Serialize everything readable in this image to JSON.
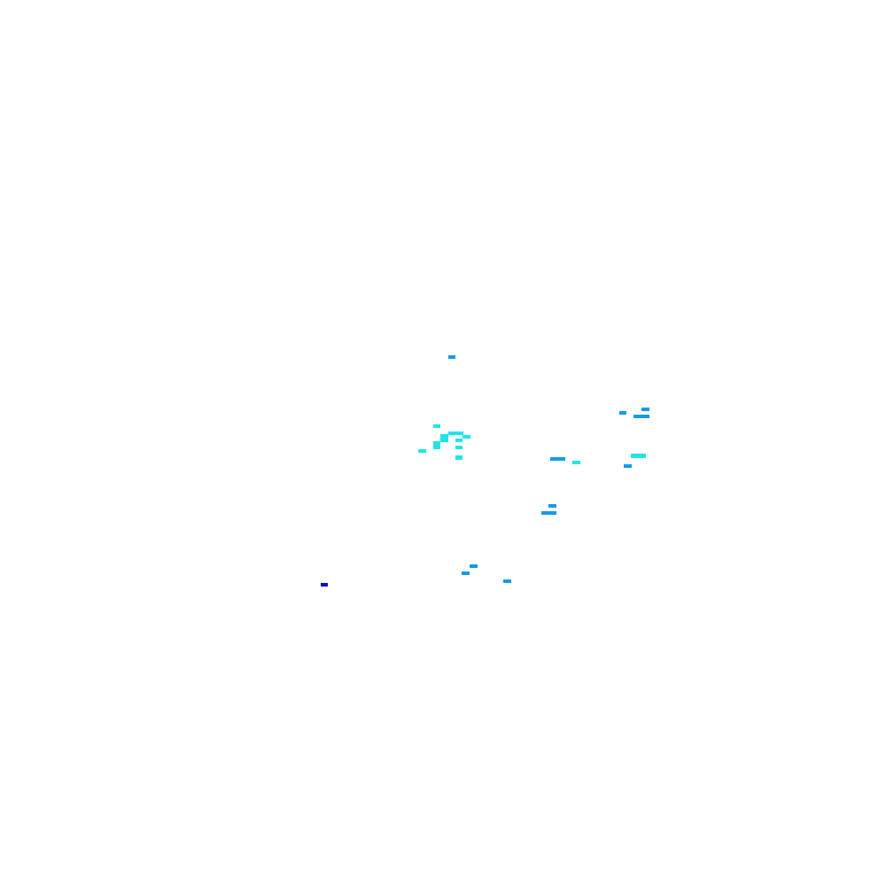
{
  "chart_data": {
    "type": "heatmap",
    "colors": {
      "background": "#ffffff",
      "cyan": "#1ee6e6",
      "sky_blue": "#149be6",
      "blue": "#0a0ad2",
      "yellow": "#ffff00"
    },
    "cells": [
      {
        "color": "sky_blue"
      },
      {
        "color": "sky_blue"
      },
      {
        "color": "sky_blue"
      },
      {
        "color": "sky_blue"
      },
      {
        "color": "cyan"
      },
      {
        "color": "cyan"
      },
      {
        "color": "cyan"
      },
      {
        "color": "cyan"
      },
      {
        "color": "cyan"
      },
      {
        "color": "cyan"
      },
      {
        "color": "cyan"
      },
      {
        "color": "cyan"
      },
      {
        "color": "cyan"
      },
      {
        "color": "cyan"
      },
      {
        "color": "sky_blue"
      },
      {
        "color": "cyan"
      },
      {
        "color": "sky_blue"
      },
      {
        "color": "sky_blue"
      },
      {
        "color": "sky_blue"
      },
      {
        "color": "sky_blue"
      },
      {
        "color": "sky_blue"
      },
      {
        "color": "sky_blue"
      },
      {
        "color": "blue"
      },
      {
        "color": "yellow"
      }
    ]
  }
}
